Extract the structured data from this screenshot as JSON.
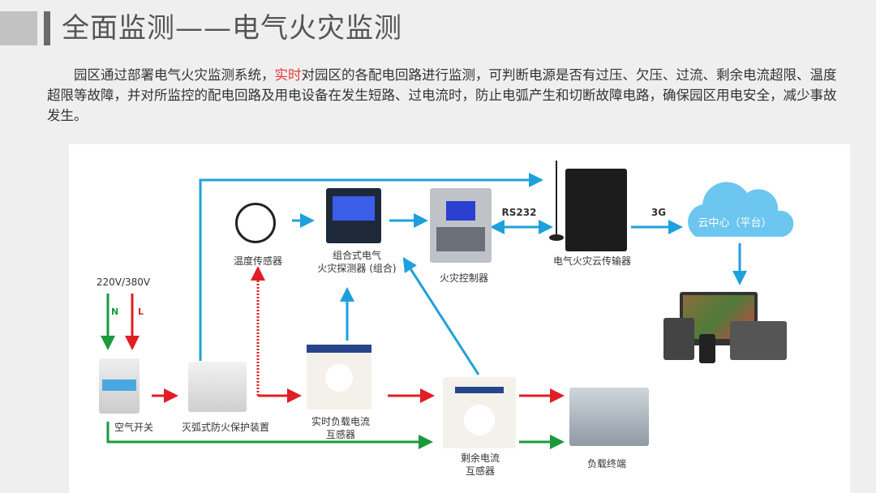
{
  "title": "全面监测——电气火灾监测",
  "paragraph": {
    "before": "园区通过部署电气火灾监测系统，",
    "highlight": "实时",
    "after": "对园区的各配电回路进行监测，可判断电源是否有过压、欠压、过流、剩余电流超限、温度超限等故障，并对所监控的配电回路及用电设备在发生短路、过电流时，防止电弧产生和切断故障电路，确保园区用电安全，减少事故发生。"
  },
  "diagram": {
    "voltage": "220V/380V",
    "n": "N",
    "l": "L",
    "breaker": "空气开关",
    "arc_device": "灭弧式防火保护装置",
    "ct_load": [
      "实时负载电流",
      "互感器"
    ],
    "ct_residual": [
      "剩余电流",
      "互感器"
    ],
    "load": "负载终端",
    "temp_sensor": "温度传感器",
    "detector": [
      "组合式电气",
      "火灾探测器 (组合)"
    ],
    "controller": "火灾控制器",
    "transmitter": "电气火灾云传输器",
    "rs232": "RS232",
    "g3": "3G",
    "cloud": "云中心（平台）",
    "colors": {
      "blue": "#1ea0dc",
      "red": "#e01e26",
      "green": "#1a9a3c"
    }
  }
}
